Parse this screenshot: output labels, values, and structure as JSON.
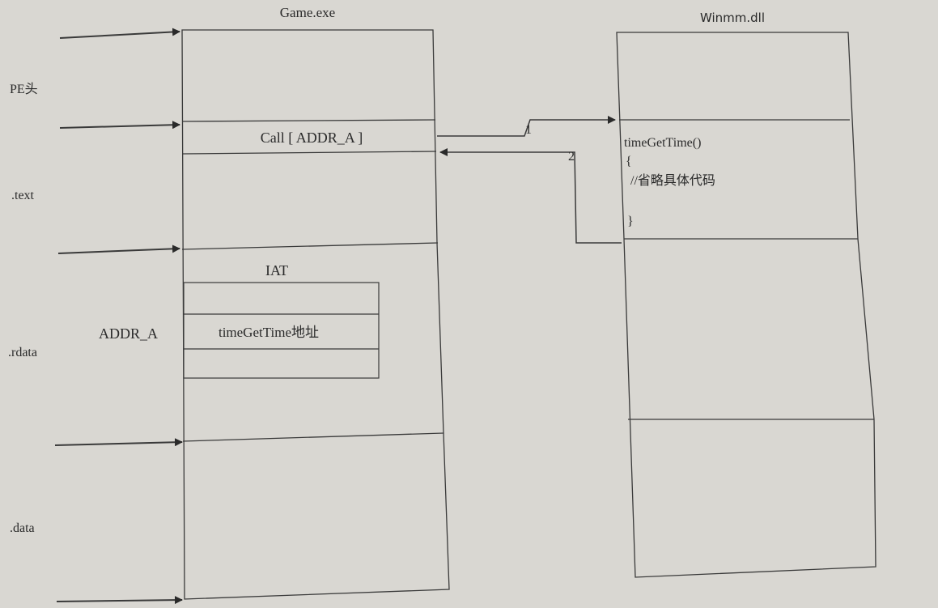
{
  "left_box": {
    "title": "Game.exe",
    "call_instruction": "Call [ ADDR_A ]",
    "iat_label": "IAT",
    "iat_entry": "timeGetTime地址"
  },
  "right_box": {
    "title": "Winmm.dll",
    "func_signature": "timeGetTime()",
    "open_brace": "{",
    "comment": "//省略具体代码",
    "close_brace": "}"
  },
  "section_labels": {
    "pe_header": "PE头",
    "text": ".text",
    "rdata": ".rdata",
    "data": ".data"
  },
  "addr_label": "ADDR_A",
  "flow": {
    "step1": "1",
    "step2": "2"
  }
}
